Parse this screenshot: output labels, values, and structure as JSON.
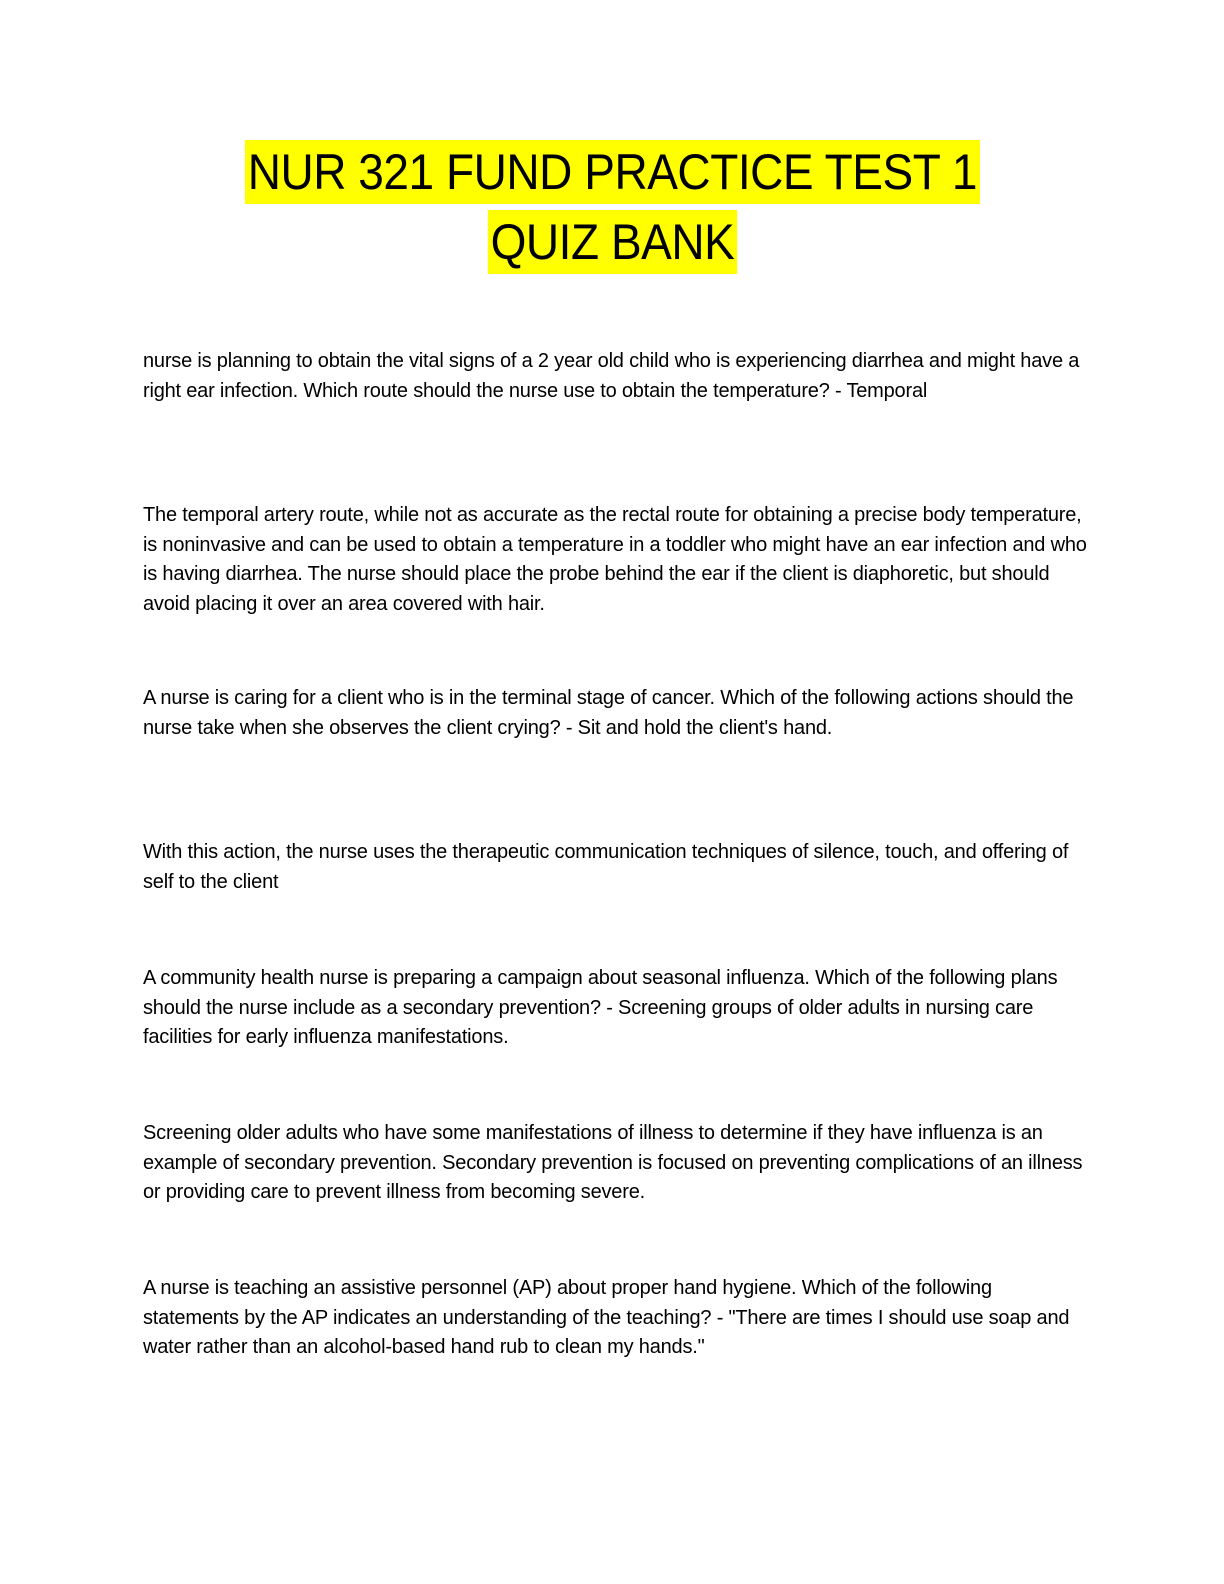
{
  "document": {
    "title_lines": [
      "NUR 321 FUND PRACTICE TEST 1",
      "QUIZ BANK"
    ],
    "title_highlight_color": "#ffff00",
    "paragraphs": [
      {
        "type": "question",
        "text": "nurse is planning to obtain the vital signs of a 2 year old child who is experiencing diarrhea and might have a right ear infection. Which route should the nurse use to obtain the temperature? - Temporal"
      },
      {
        "type": "rationale",
        "text": "The temporal artery route, while not as accurate as the rectal route for obtaining a precise body temperature, is noninvasive and can be used to obtain a temperature in a toddler who might have an ear infection and who is having diarrhea. The nurse should place the probe behind the ear if the client is diaphoretic, but should avoid placing it over an area covered with hair."
      },
      {
        "type": "question",
        "text": "A nurse is caring for a client who is in the terminal stage of cancer. Which of the following actions should the nurse take when she observes the client crying? - Sit and hold the client's hand."
      },
      {
        "type": "rationale",
        "text": "With this action, the nurse uses the therapeutic communication techniques of silence, touch, and offering of self to the client"
      },
      {
        "type": "question",
        "text": "A community health nurse is preparing a campaign about seasonal influenza. Which of the following plans should the nurse include as a secondary prevention? - Screening groups of older adults in nursing care facilities for early influenza manifestations."
      },
      {
        "type": "rationale",
        "text": "Screening older adults who have some manifestations of illness to determine if they have influenza is an example of secondary prevention. Secondary prevention is focused on preventing complications of an illness or providing care to prevent illness from becoming severe."
      },
      {
        "type": "question",
        "text": "A nurse is teaching an assistive personnel (AP) about proper hand hygiene. Which of the following statements by the AP indicates an understanding of the teaching? - \"There are times I should use soap and water rather than an alcohol-based hand rub to clean my hands.\""
      }
    ]
  }
}
